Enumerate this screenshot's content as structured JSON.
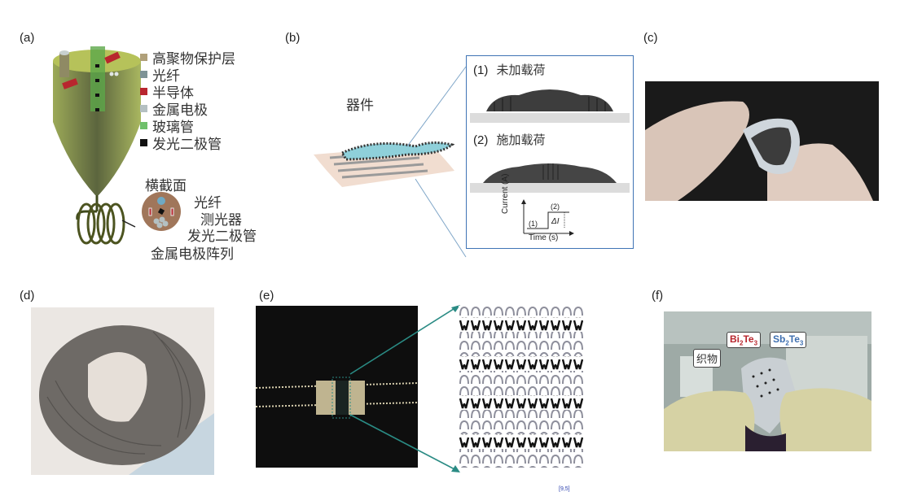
{
  "figure": {
    "panels": {
      "a": {
        "label": "(a)",
        "legend": [
          {
            "text": "高聚物保护层",
            "color": "#b0a07a"
          },
          {
            "text": "光纤",
            "color": "#7e9396"
          },
          {
            "text": "半导体",
            "color": "#b8262e"
          },
          {
            "text": "金属电极",
            "color": "#b4c0c2"
          },
          {
            "text": "玻璃管",
            "color": "#6fc06b"
          },
          {
            "text": "发光二极管",
            "color": "#111111"
          }
        ],
        "cross_section": {
          "title": "横截面",
          "labels": {
            "fiber": "光纤",
            "photodetector": "测光器",
            "led": "发光二极管",
            "electrode_array": "金属电极阵列"
          }
        }
      },
      "b": {
        "label": "(b)",
        "device_label": "器件",
        "states": [
          {
            "id": "(1)",
            "text": "未加载荷"
          },
          {
            "id": "(2)",
            "text": "施加载荷"
          }
        ],
        "plot": {
          "ylabel": "Current (A)",
          "xlabel": "Time (s)",
          "step_low": "(1)",
          "step_high": "(2)",
          "delta": "ΔI"
        },
        "frame_color": "#3f74b5"
      },
      "c": {
        "label": "(c)"
      },
      "d": {
        "label": "(d)"
      },
      "e": {
        "label": "(e)",
        "arrow_color": "#2a8b84"
      },
      "f": {
        "label": "(f)",
        "tags": {
          "fabric": "织物",
          "bi_base": "Bi",
          "bi_sub1": "2",
          "bi_mid": "Te",
          "bi_sub2": "3",
          "sb_base": "Sb",
          "sb_sub1": "2",
          "sb_mid": "Te",
          "sb_sub2": "3"
        },
        "bi_color": "#b8262e",
        "sb_color": "#3e6fb0"
      }
    },
    "citation_marker": "[9,5]"
  }
}
